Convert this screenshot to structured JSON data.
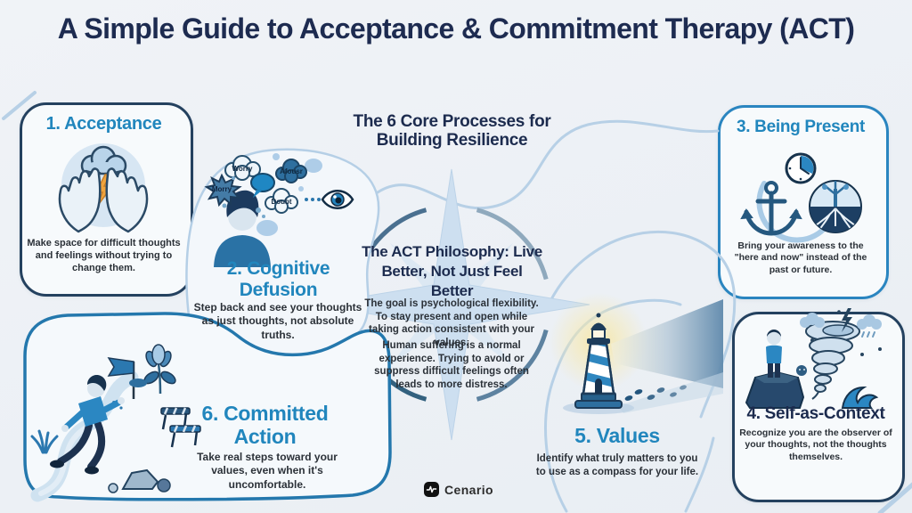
{
  "page": {
    "title": "A Simple Guide to Acceptance & Commitment Therapy (ACT)",
    "subtitle": "The 6 Core Processes for Building Resilience"
  },
  "center": {
    "heading": "The ACT Philosophy: Live Better, Not Just Feel Better",
    "body1": "The goal is psychological flexibility. To stay present and open while taking action consistent with your values.",
    "body2": "Human suffering is a normal experience. Trying to avold or suppress difficult feelings often leads to more distress.",
    "icon": "compass-rose-icon"
  },
  "sections": {
    "acceptance": {
      "title": "1. Acceptance",
      "desc": "Make space for difficult thoughts and feelings without trying to change them.",
      "icon": "hands-holding-storm-cloud-icon"
    },
    "cognitive_defusion": {
      "title": "2. Cognitive Defusion",
      "desc": "Step back and see your thoughts as just thoughts, not absolute truths.",
      "icon": "person-thought-bubbles-eye-icon",
      "bubbles": [
        {
          "label": "Worry"
        },
        {
          "label": "Morry"
        },
        {
          "label": "Afousr"
        },
        {
          "label": "Doubt"
        }
      ]
    },
    "being_present": {
      "title": "3. Being Present",
      "desc": "Bring your awareness to the \"here and now\" instead of the past or future.",
      "icon": "anchor-clock-rooted-tree-icon"
    },
    "self_as_context": {
      "title": "4. Self-as-Context",
      "desc": "Recognize you are the observer of your thoughts, not the thoughts themselves.",
      "icon": "observer-on-rock-storm-icon"
    },
    "values": {
      "title": "5. Values",
      "desc": "Identify what truly matters to you to use as a compass for your life.",
      "icon": "lighthouse-beam-footprints-icon"
    },
    "committed_action": {
      "title": "6. Committed Action",
      "desc": "Take real steps toward your values, even when it's uncomfortable.",
      "icon": "person-running-winding-path-icon"
    }
  },
  "footer": {
    "brand": "Cenario",
    "icon": "cenario-logo-icon"
  },
  "colors": {
    "background": "#edf1f5",
    "navy": "#1d2b50",
    "heading_blue": "#2186bd",
    "card_border_navy": "#24415f",
    "card_border_blue": "#2a85c0",
    "committed_border": "#2478ad",
    "decor_blue": "#b7d0e6",
    "bolt_orange": "#f0a43e"
  }
}
